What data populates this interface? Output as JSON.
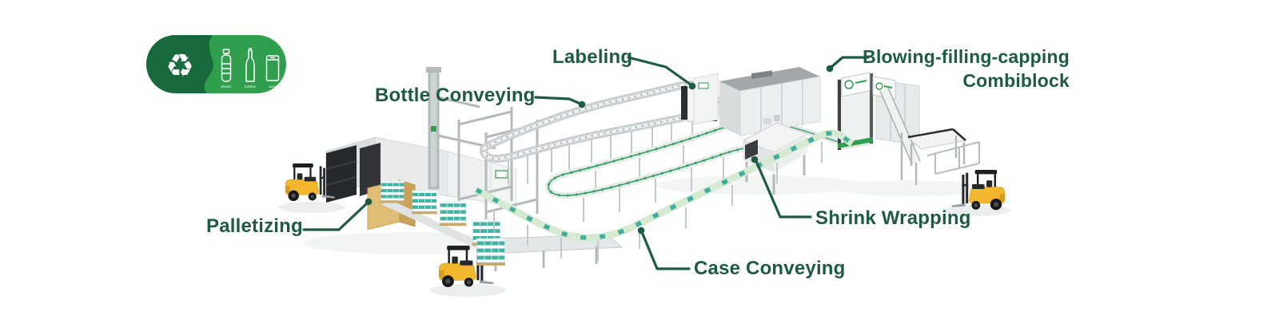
{
  "badge": {
    "recycle_symbol": "♻",
    "items": [
      {
        "icon": "plastic-bottle",
        "label": "plastic"
      },
      {
        "icon": "glass-bottle",
        "label": "bottles"
      },
      {
        "icon": "can",
        "label": "cans"
      }
    ],
    "colors": {
      "dark_green": "#186a3d",
      "light_green": "#2f9e4d"
    }
  },
  "callouts": [
    {
      "id": "labeling",
      "text": "Labeling"
    },
    {
      "id": "bottle-conveying",
      "text": "Bottle Conveying"
    },
    {
      "id": "blowing-filling-capping",
      "text": "Blowing-filling-capping",
      "text_line2": "Combiblock"
    },
    {
      "id": "shrink-wrapping",
      "text": "Shrink Wrapping"
    },
    {
      "id": "case-conveying",
      "text": "Case Conveying"
    },
    {
      "id": "palletizing",
      "text": "Palletizing"
    }
  ],
  "colors": {
    "label_text": "#1d5b42",
    "leader_line": "#1d5b42",
    "conveyor_gray": "#c9ced0",
    "conveyor_teal": "#2f9e62",
    "case_conveyor": "#d6ead2",
    "case_box_teal": "#3fae9e",
    "forklift_yellow": "#f2b72e",
    "machine_white": "#f1f3f3",
    "background": "#ffffff"
  }
}
